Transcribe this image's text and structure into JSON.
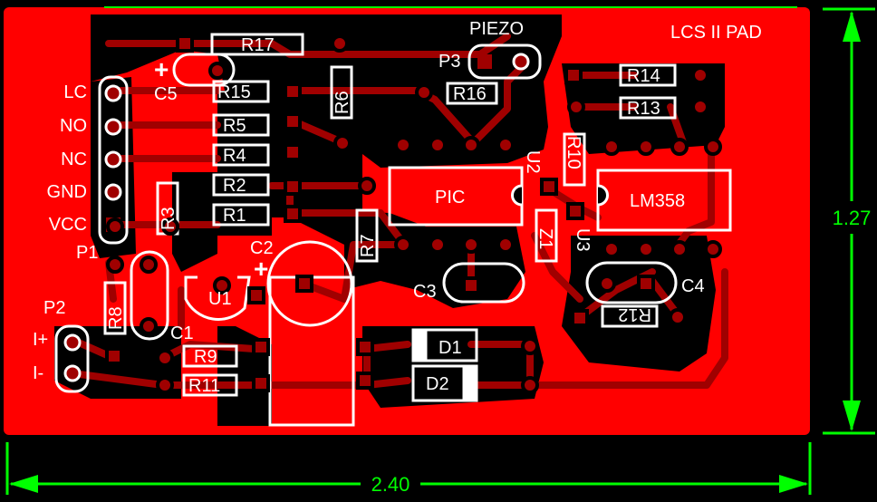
{
  "board": {
    "title": "LCS II PAD",
    "colors": {
      "copper": "#ff0000",
      "trace": "#a00000",
      "background": "#000000",
      "silkscreen": "#ffffff",
      "dimension": "#00ff00"
    }
  },
  "dimensions": {
    "width": "2.40",
    "height": "1.27"
  },
  "connectors": {
    "p1": {
      "label": "P1",
      "pins": [
        "LC",
        "NO",
        "NC",
        "GND",
        "VCC"
      ]
    },
    "p2": {
      "label": "P2",
      "pins": [
        "I+",
        "I-"
      ]
    },
    "p3": {
      "label": "P3",
      "name": "PIEZO"
    }
  },
  "ics": {
    "u1": "U1",
    "u2": "U2",
    "u2_body": "PIC",
    "u3": "U3",
    "u3_body": "LM358"
  },
  "resistors": {
    "r1": "R1",
    "r2": "R2",
    "r3": "R3",
    "r4": "R4",
    "r5": "R5",
    "r6": "R6",
    "r7": "R7",
    "r8": "R8",
    "r9": "R9",
    "r10": "R10",
    "r11": "R11",
    "r12": "R12",
    "r13": "R13",
    "r14": "R14",
    "r15": "R15",
    "r16": "R16",
    "r17": "R17"
  },
  "capacitors": {
    "c1": "C1",
    "c2": "C2",
    "c3": "C3",
    "c4": "C4",
    "c5": "C5",
    "plus": "+"
  },
  "diodes": {
    "d1": "D1",
    "d2": "D2",
    "z1": "Z1"
  }
}
